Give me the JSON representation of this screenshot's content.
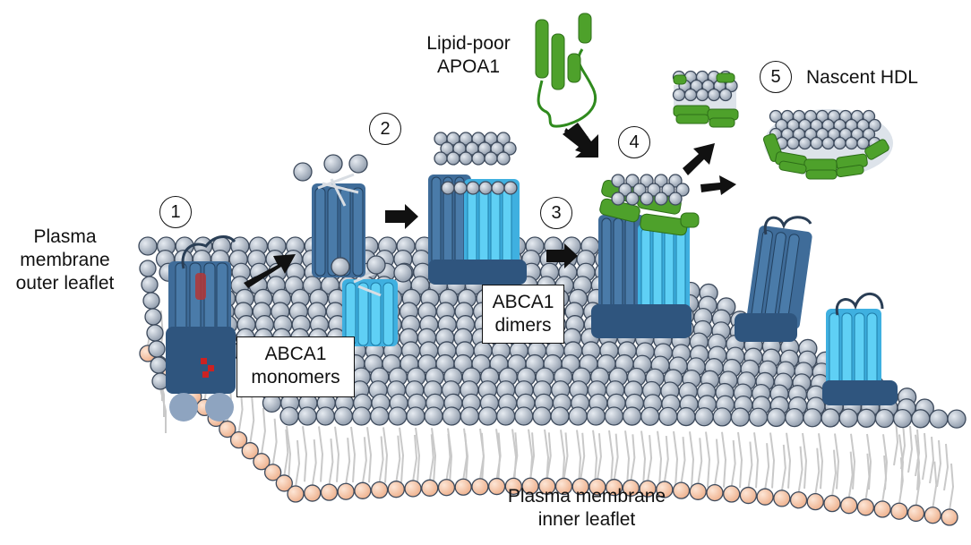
{
  "labels": {
    "outer_leaflet": [
      "Plasma",
      "membrane",
      "outer leaflet"
    ],
    "inner_leaflet": [
      "Plasma membrane",
      "inner leaflet"
    ],
    "apoa1": [
      "Lipid-poor",
      "APOA1"
    ],
    "nascent_hdl": "Nascent HDL",
    "monomers_box": [
      "ABCA1",
      "monomers"
    ],
    "dimers_box": [
      "ABCA1",
      "dimers"
    ]
  },
  "steps": [
    "1",
    "2",
    "3",
    "4",
    "5"
  ],
  "colors": {
    "lipid_head_outer": "#9aa7b8",
    "lipid_head_inner": "#f5c6a8",
    "abca1_dark": "#2f557e",
    "abca1_mid": "#4a7ba9",
    "abca1_light": "#4fc3ef",
    "apoa1_green": "#4ea12b",
    "arrow": "#111111",
    "cholesterol": "#cc2222"
  }
}
